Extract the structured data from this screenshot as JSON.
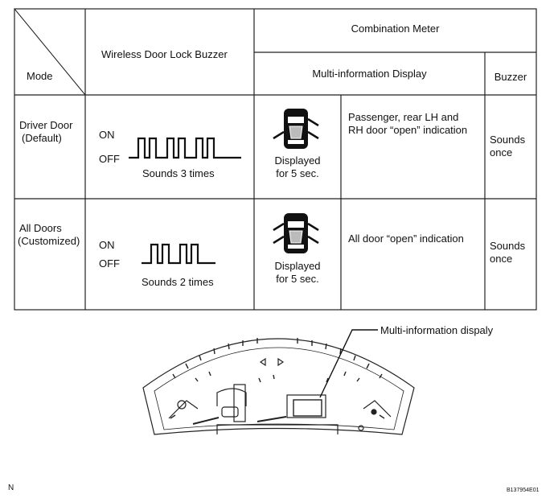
{
  "table": {
    "header": {
      "mode": "Mode",
      "wireless_buzzer": "Wireless Door Lock Buzzer",
      "combination_meter": "Combination Meter",
      "multi_info_display": "Multi-information Display",
      "buzzer": "Buzzer"
    },
    "rows": [
      {
        "mode_line1": "Driver Door",
        "mode_line2": "(Default)",
        "on_label": "ON",
        "off_label": "OFF",
        "pulses": 3,
        "sounds_text": "Sounds 3 times",
        "display_line1": "Displayed",
        "display_line2": "for 5 sec.",
        "indication_line1": "Passenger, rear LH and",
        "indication_line2": "RH door “open” indication",
        "buzzer_line1": "Sounds",
        "buzzer_line2": "once"
      },
      {
        "mode_line1": "All Doors",
        "mode_line2": "(Customized)",
        "on_label": "ON",
        "off_label": "OFF",
        "pulses": 2,
        "sounds_text": "Sounds 2 times",
        "display_line1": "Displayed",
        "display_line2": "for 5 sec.",
        "indication_line1": "All door “open” indication",
        "indication_line2": "",
        "buzzer_line1": "Sounds",
        "buzzer_line2": "once"
      }
    ]
  },
  "diagram": {
    "callout_label": "Multi-information dispaly"
  },
  "footer": {
    "left_code": "N",
    "right_code": "B137954E01"
  }
}
